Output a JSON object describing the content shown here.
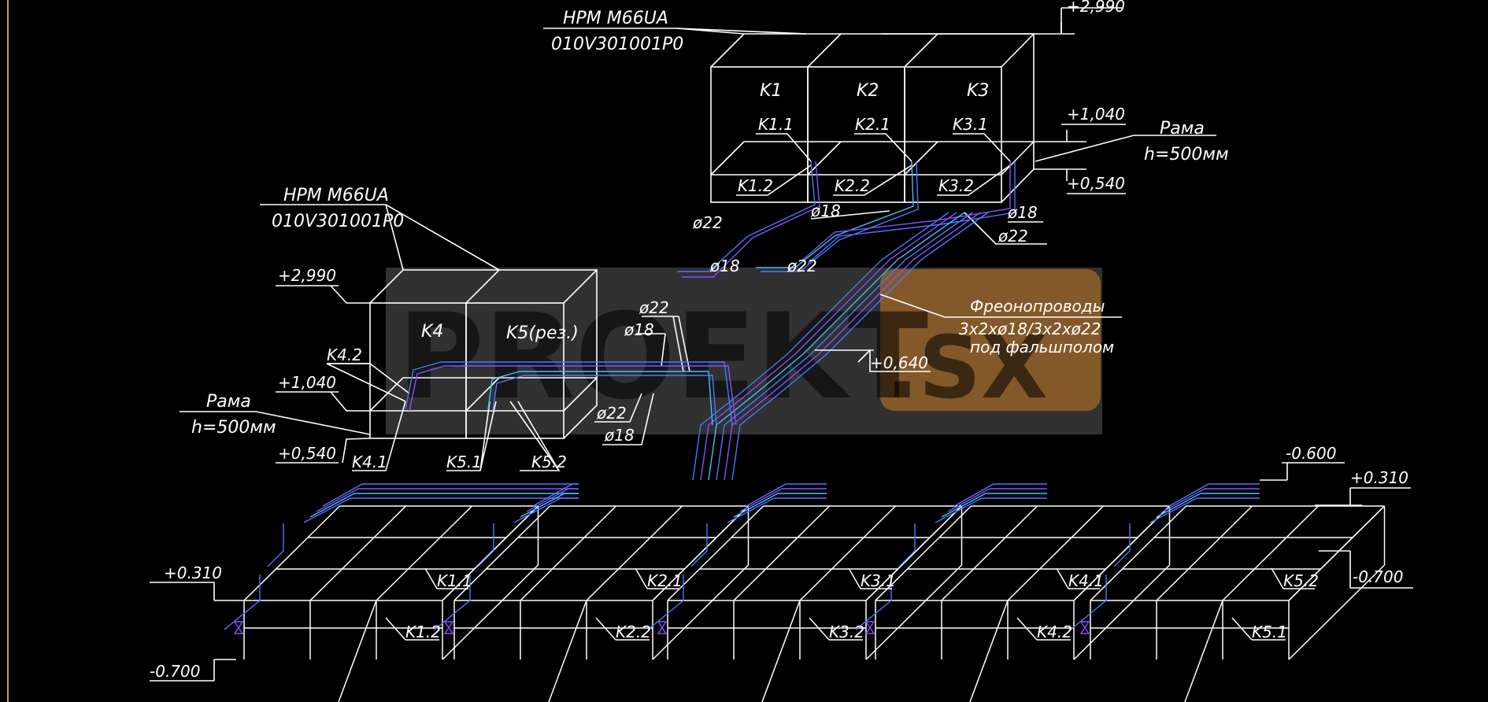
{
  "colors": {
    "background": "#000000",
    "lines": "#ffffff",
    "pipe_blue": "#4a78ff",
    "pipe_violet": "#8a4dff",
    "pipe_cyan": "#3fc0ff",
    "frame_edge": "#d19a2a",
    "watermark_panel": "#5a5a5a",
    "watermark_badge": "#c97a22"
  },
  "upper_unit": {
    "model": "HPM M66UA",
    "code": "010V301001P0",
    "level_top": "+2,990",
    "level_mid": "+1,040",
    "level_bot": "+0,540",
    "frame_label": "Рама",
    "frame_height": "h=500мм",
    "modules": [
      "K1",
      "K2",
      "K3"
    ],
    "ports_top": [
      "K1.1",
      "K2.1",
      "K3.1"
    ],
    "ports_bot": [
      "K1.2",
      "K2.2",
      "K3.2"
    ],
    "pipe_labels": [
      "ø22",
      "ø18",
      "ø18",
      "ø22",
      "ø18",
      "ø22"
    ]
  },
  "left_unit": {
    "model": "HPM M66UA",
    "code": "010V301001P0",
    "level_top": "+2,990",
    "level_mid": "+1,040",
    "level_bot": "+0,540",
    "frame_label": "Рама",
    "frame_height": "h=500мм",
    "modules": [
      "K4",
      "K5(рез.)"
    ],
    "ports": [
      "K4.2",
      "K4.1",
      "K5.1",
      "K5.2"
    ],
    "pipe_labels": [
      "ø22",
      "ø18",
      "ø22",
      "ø18"
    ]
  },
  "riser": {
    "note_line1": "Фреонопроводы",
    "note_line2": "3x2xø18/3x2xø22",
    "note_line3": "под фальшполом",
    "level": "+0,640"
  },
  "floor": {
    "level_left_top": "+0.310",
    "level_left_bot": "-0.700",
    "level_right_1": "-0.600",
    "level_right_2": "+0.310",
    "level_right_3": "-0.700",
    "racks": [
      {
        "port_a": "K1.1",
        "port_b": "K1.2"
      },
      {
        "port_a": "K2.1",
        "port_b": "K2.2"
      },
      {
        "port_a": "K3.1",
        "port_b": "K3.2"
      },
      {
        "port_a": "K4.1",
        "port_b": "K4.2"
      },
      {
        "port_a": "K5.2",
        "port_b": "K5.1"
      }
    ]
  },
  "watermark": {
    "text": "PROEKT",
    "badge": ".SX"
  }
}
